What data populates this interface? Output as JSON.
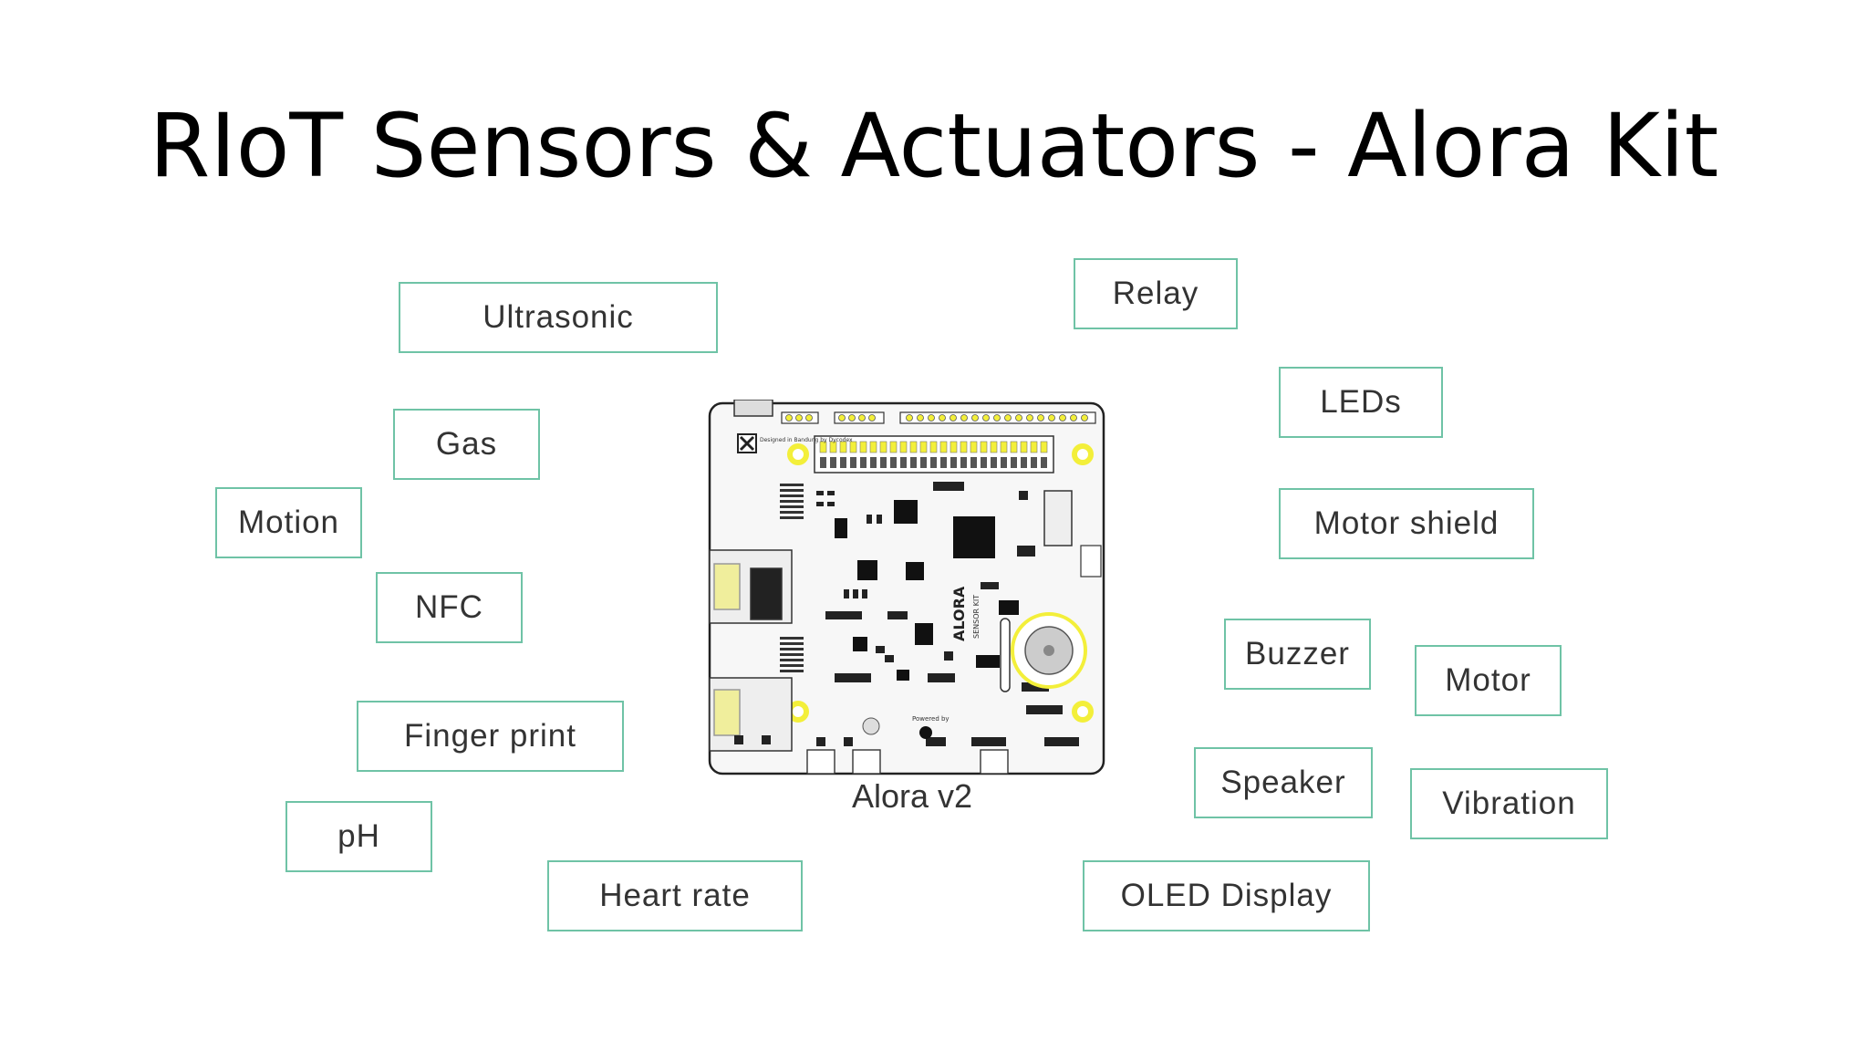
{
  "title": "RIoT Sensors & Actuators - Alora Kit",
  "board": {
    "caption": "Alora v2",
    "silkscreen_main": "ALORA",
    "silkscreen_sub": "SENSOR KIT",
    "designed_by": "Designed in Bandung by Dycodex",
    "powered_by": "Powered by"
  },
  "labels": {
    "ultrasonic": "Ultrasonic",
    "gas": "Gas",
    "motion": "Motion",
    "nfc": "NFC",
    "finger_print": "Finger print",
    "ph": "pH",
    "heart_rate": "Heart rate",
    "relay": "Relay",
    "leds": "LEDs",
    "motor_shield": "Motor shield",
    "buzzer": "Buzzer",
    "motor": "Motor",
    "speaker": "Speaker",
    "vibration": "Vibration",
    "oled_display": "OLED Display"
  },
  "colors": {
    "label_border": "#6fc3a6",
    "pin_yellow": "#f3ef3a",
    "board_bg": "#f7f7f7"
  }
}
